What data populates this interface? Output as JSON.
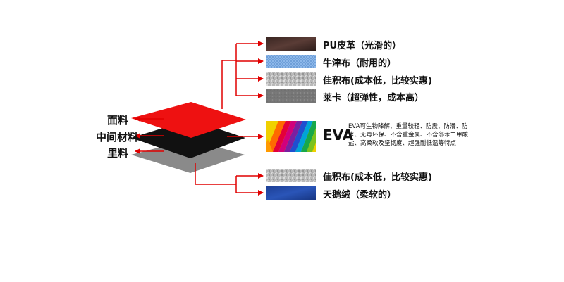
{
  "layers": {
    "top": "面料",
    "middle": "中间材料",
    "bottom": "里料"
  },
  "materials": {
    "pu": "PU皮革（光滑的）",
    "oxford": "牛津布（耐用的）",
    "jiaji1": "佳积布(成本低，比较实惠)",
    "laika": "莱卡（超弹性，成本高）",
    "jiaji2": "佳积布(成本低，比较实惠)",
    "velvet": "天鹅绒（柔软的）"
  },
  "eva": {
    "title": "EVA",
    "description": "EVA可生物降解、重量较轻、防震、防滑、防水、无毒环保、不含重金属、不含邻苯二甲酸盐、高柔软及坚韧度、超强耐低温等特点"
  },
  "colors": {
    "arrow": "#e00000",
    "top_layer": "#ee1111",
    "middle_layer": "#111111",
    "bottom_layer": "#8a8a8a"
  }
}
